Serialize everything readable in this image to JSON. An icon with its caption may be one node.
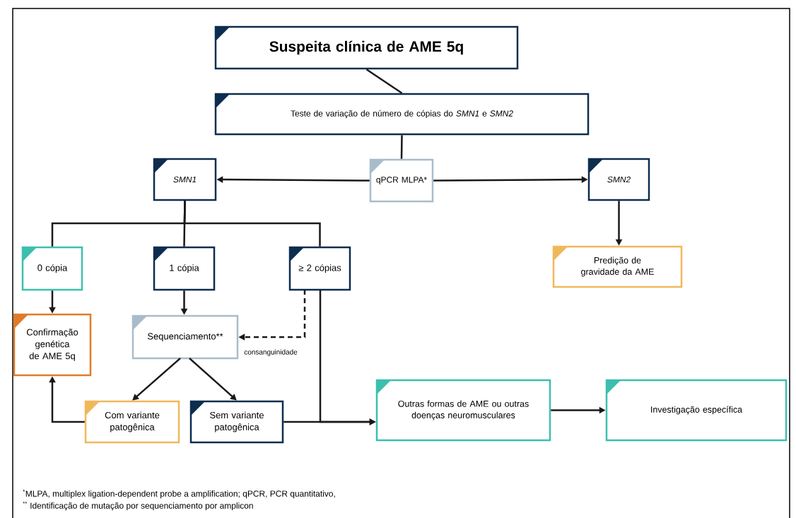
{
  "diagram": {
    "nodes": [
      {
        "text": [
          "Suspeita clínica de AME 5q"
        ]
      },
      {
        "text": [
          "Teste de variação de número de cópias do *SMN1* e *SMN2*"
        ]
      },
      {
        "text": [
          "SMN1"
        ]
      },
      {
        "text": [
          "qPCR MLPA*"
        ]
      },
      {
        "text": [
          "SMN2"
        ]
      },
      {
        "text": [
          "0 cópia"
        ]
      },
      {
        "text": [
          "1 cópia"
        ]
      },
      {
        "text": [
          "≥ 2 cópias"
        ]
      },
      {
        "text": [
          "Predição de gravidade da AME"
        ]
      },
      {
        "text": [
          "Confirmação genética de AME 5q"
        ]
      },
      {
        "text": [
          "Sequenciamento**"
        ]
      },
      {
        "text": [
          "Com variante patogênica"
        ]
      },
      {
        "text": [
          "Sem variante patogênica"
        ]
      },
      {
        "text": [
          "Outras formas de AME ou outras doenças neuromusculares"
        ]
      },
      {
        "text": [
          "Investigação específica"
        ]
      }
    ],
    "edges": [
      {
        "from": 0,
        "to": 1,
        "arrow": "none"
      },
      {
        "from": 1,
        "to": 3,
        "arrow": "none"
      },
      {
        "from": 3,
        "to": 2,
        "arrow": "to"
      },
      {
        "from": 3,
        "to": 4,
        "arrow": "to"
      },
      {
        "from": 2,
        "to": 5,
        "arrow": "none"
      },
      {
        "from": 2,
        "to": 6,
        "arrow": "none"
      },
      {
        "from": 2,
        "to": 7,
        "arrow": "none"
      },
      {
        "from": 4,
        "to": 8,
        "arrow": "to"
      },
      {
        "from": 5,
        "to": 9,
        "arrow": "to"
      },
      {
        "from": 6,
        "to": 10,
        "arrow": "to"
      },
      {
        "from": 7,
        "to": 10,
        "arrow": "to",
        "style": "dashed",
        "label": "consanguinidade"
      },
      {
        "from": 10,
        "to": 11,
        "arrow": "to"
      },
      {
        "from": 10,
        "to": 12,
        "arrow": "to"
      },
      {
        "from": 11,
        "to": 9,
        "arrow": "to"
      },
      {
        "from": 12,
        "to": 13,
        "arrow": "to"
      },
      {
        "from": 7,
        "to": 13,
        "arrow": "to"
      },
      {
        "from": 13,
        "to": 14,
        "arrow": "to"
      }
    ],
    "labels": [
      "$^{*}$MLPA, multiplex ligation-dependent probe a amplification; qPCR, PCR quantitativo,",
      "$^{**}$ Identificação de mutação por sequenciamento por amplicon"
    ]
  }
}
